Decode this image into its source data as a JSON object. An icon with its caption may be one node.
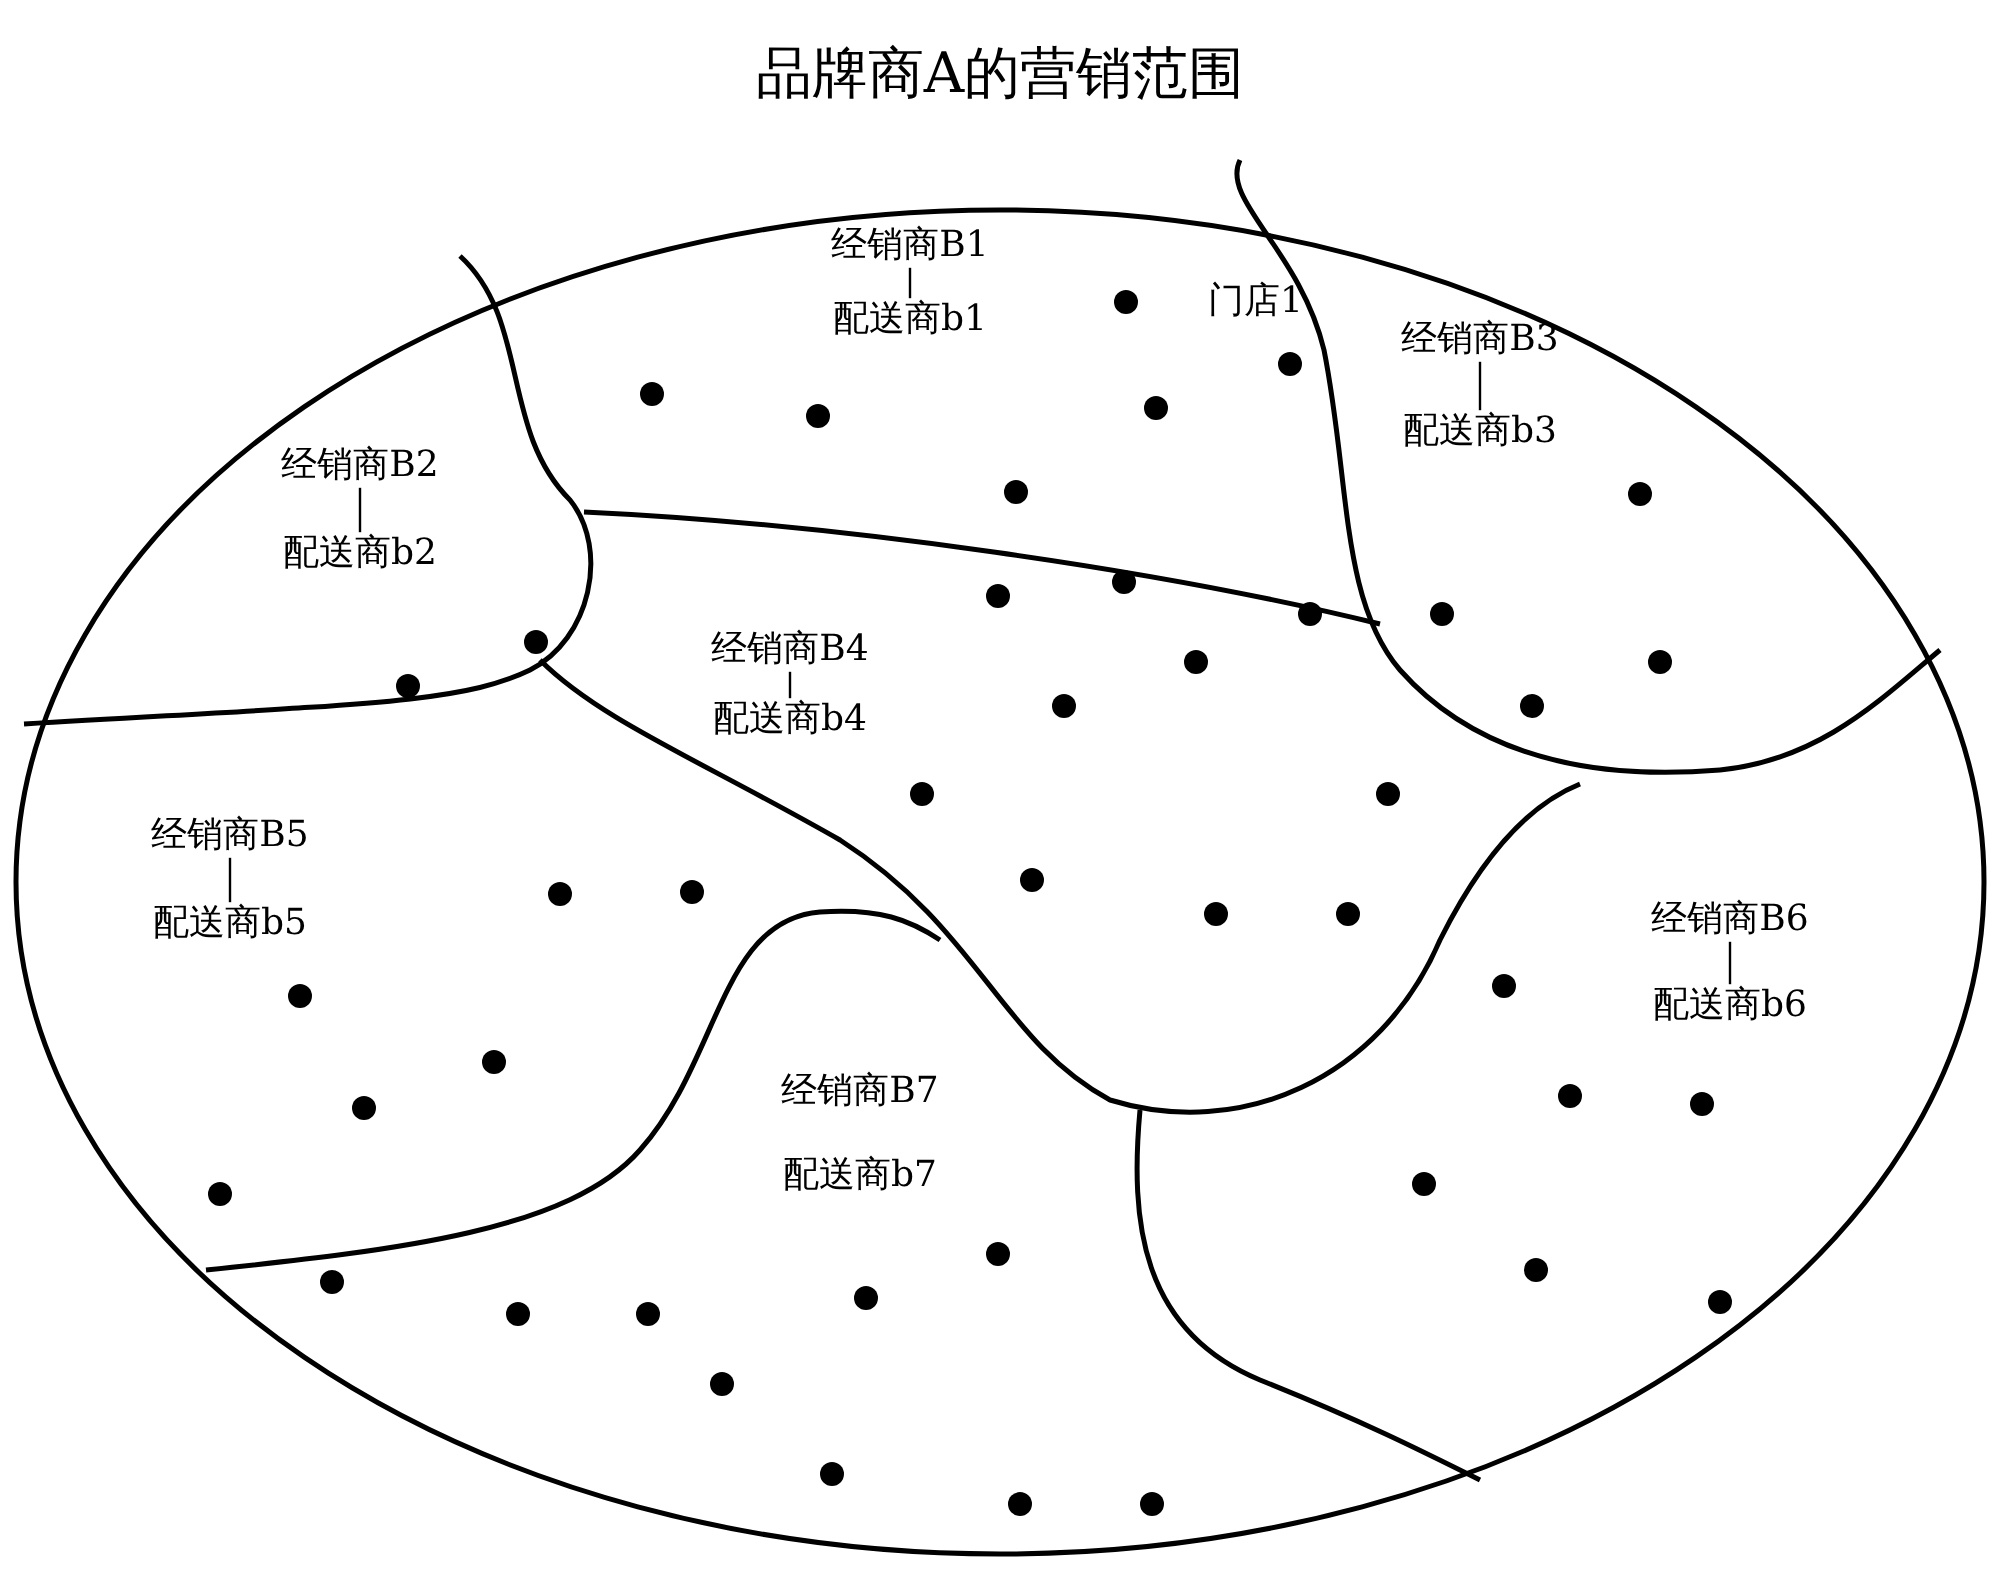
{
  "diagram": {
    "title": "品牌商A的营销范围",
    "nodes": [
      {
        "text": [
          "经销商B1"
        ]
      },
      {
        "text": [
          "配送商b1"
        ]
      },
      {
        "text": [
          "经销商B2"
        ]
      },
      {
        "text": [
          "配送商b2"
        ]
      },
      {
        "text": [
          "经销商B3"
        ]
      },
      {
        "text": [
          "配送商b3"
        ]
      },
      {
        "text": [
          "经销商B4"
        ]
      },
      {
        "text": [
          "配送商b4"
        ]
      },
      {
        "text": [
          "经销商B5"
        ]
      },
      {
        "text": [
          "配送商b5"
        ]
      },
      {
        "text": [
          "经销商B6"
        ]
      },
      {
        "text": [
          "配送商b6"
        ]
      },
      {
        "text": [
          "经销商B7"
        ]
      },
      {
        "text": [
          "配送商b7"
        ]
      }
    ],
    "edges": [
      {
        "from": 0,
        "to": 1,
        "arrow": "none"
      },
      {
        "from": 2,
        "to": 3,
        "arrow": "none"
      },
      {
        "from": 4,
        "to": 5,
        "arrow": "none"
      },
      {
        "from": 6,
        "to": 7,
        "arrow": "none"
      },
      {
        "from": 8,
        "to": 9,
        "arrow": "none"
      },
      {
        "from": 10,
        "to": 11,
        "arrow": "none"
      }
    ],
    "labels": [
      "门店1"
    ]
  }
}
